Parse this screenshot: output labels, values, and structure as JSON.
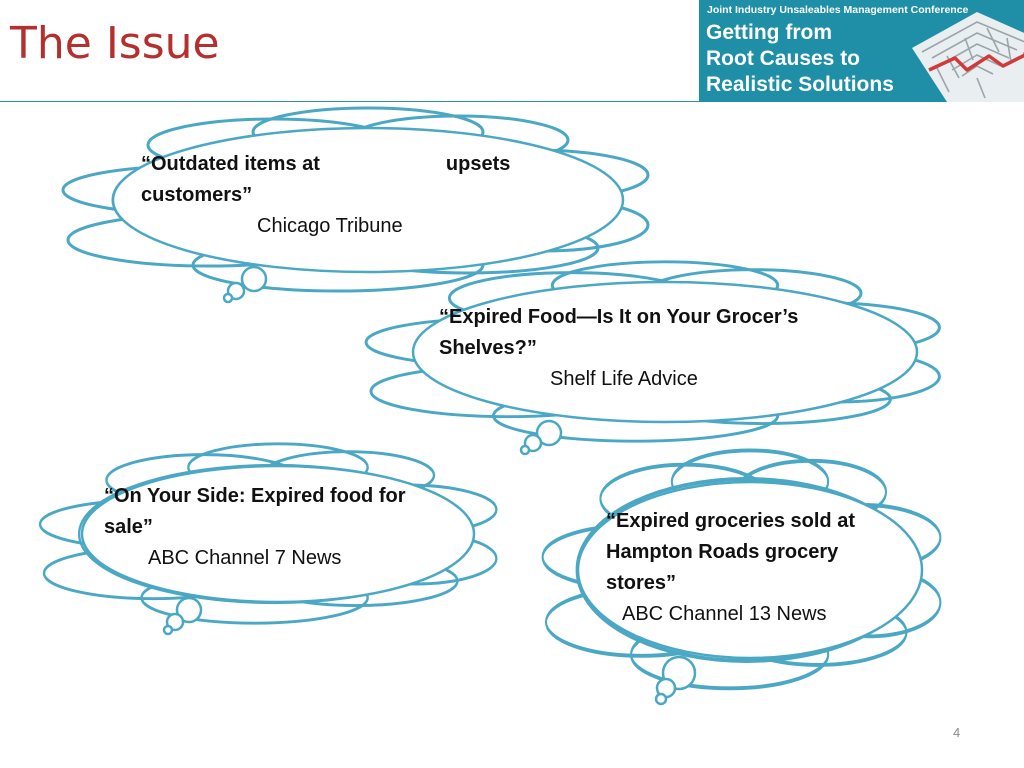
{
  "slide": {
    "title": "The Issue",
    "page_number": "4"
  },
  "banner": {
    "subtitle": "Joint Industry Unsaleables Management Conference",
    "line1": "Getting from",
    "line2": "Root Causes to",
    "line3": "Realistic Solutions"
  },
  "clouds": [
    {
      "quote_a": "“Outdated items at",
      "quote_b": "upsets",
      "quote_c": "customers”",
      "source": "Chicago Tribune"
    },
    {
      "quote": "“Expired Food—Is It on Your Grocer’s Shelves?”",
      "source": "Shelf Life Advice"
    },
    {
      "quote": "“On Your Side: Expired food for sale”",
      "source": "ABC Channel 7 News"
    },
    {
      "quote": "“Expired groceries sold at Hampton Roads grocery stores”",
      "source": "ABC Channel 13 News"
    }
  ],
  "colors": {
    "title": "#b52f2f",
    "accent": "#1f8fa7",
    "cloud_outline": "#4aa8c5"
  }
}
